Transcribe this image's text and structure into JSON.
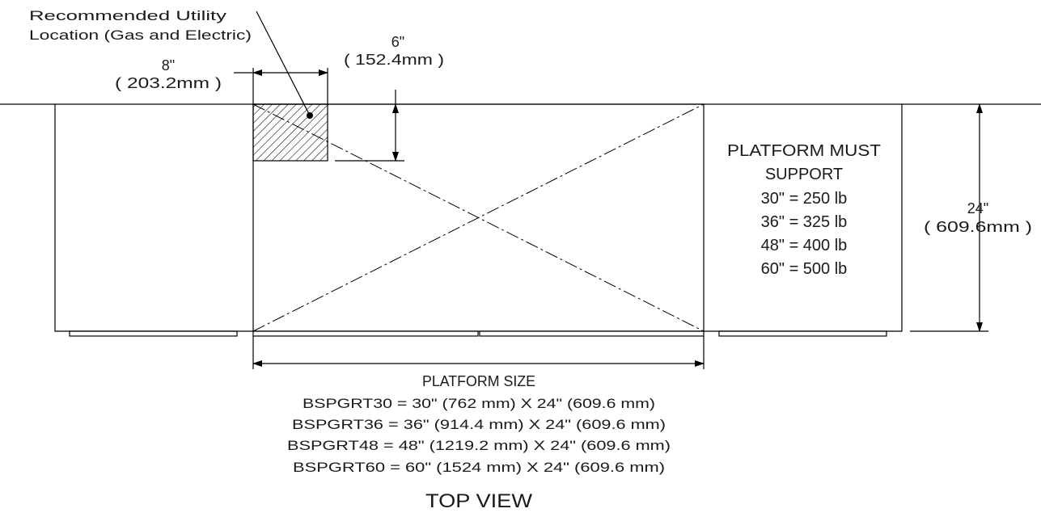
{
  "utility": {
    "label_line1": "Recommended Utility",
    "label_line2": "Location (Gas and Electric)"
  },
  "dim_width": {
    "inches": "8\"",
    "mm": "( 203.2mm )"
  },
  "dim_depth_small": {
    "inches": "6\"",
    "mm": "( 152.4mm )"
  },
  "dim_depth_total": {
    "inches": "24\"",
    "mm": "( 609.6mm )"
  },
  "platform_support": {
    "title_line1": "PLATFORM MUST",
    "title_line2": "SUPPORT",
    "ratings": [
      "30\" = 250 lb",
      "36\" = 325 lb",
      "48\" = 400 lb",
      "60\" = 500 lb"
    ]
  },
  "platform_size": {
    "title": "PLATFORM SIZE",
    "models": [
      "BSPGRT30 = 30\" (762 mm) X 24\" (609.6 mm)",
      "BSPGRT36 = 36\" (914.4 mm) X 24\" (609.6 mm)",
      "BSPGRT48 = 48\" (1219.2 mm) X 24\" (609.6 mm)",
      "BSPGRT60 = 60\" (1524 mm) X 24\" (609.6 mm)"
    ]
  },
  "view_title": "TOP VIEW"
}
